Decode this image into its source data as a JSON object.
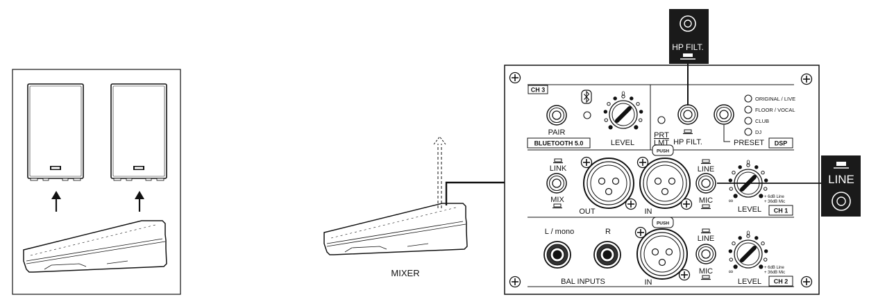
{
  "mixer": {
    "label": "MIXER"
  },
  "callouts": {
    "hp_filt": "HP FILT.",
    "line": "LINE"
  },
  "panel": {
    "ch3": {
      "title": "CH 3",
      "pair_label": "PAIR",
      "bluetooth_label": "BLUETOOTH 5.0",
      "level_label": "LEVEL",
      "level_zero": "0"
    },
    "dsp": {
      "prt_label": "PRT",
      "lmt_label": "LMT",
      "hp_filt_label": "HP FILT.",
      "preset_label": "PRESET",
      "title": "DSP",
      "presets": [
        "ORIGINAL / LIVE",
        "FLOOR / VOCAL",
        "CLUB",
        "DJ"
      ]
    },
    "ch1": {
      "title": "CH 1",
      "link_label": "LINK",
      "mix_label": "MIX",
      "out_label": "OUT",
      "in_label": "IN",
      "push_label": "PUSH",
      "line_label": "LINE",
      "mic_label": "MIC",
      "level_label": "LEVEL",
      "level_zero": "0",
      "gain_line": "+ 6dB Line",
      "gain_mic": "+ 36dB Mic",
      "inf": "∞"
    },
    "ch2": {
      "title": "CH 2",
      "lmono_label": "L / mono",
      "r_label": "R",
      "bal_inputs_label": "BAL  INPUTS",
      "in_label": "IN",
      "push_label": "PUSH",
      "line_label": "LINE",
      "mic_label": "MIC",
      "level_label": "LEVEL",
      "level_zero": "0",
      "gain_line": "+ 6dB Line",
      "gain_mic": "+ 36dB Mic",
      "inf": "∞"
    }
  }
}
